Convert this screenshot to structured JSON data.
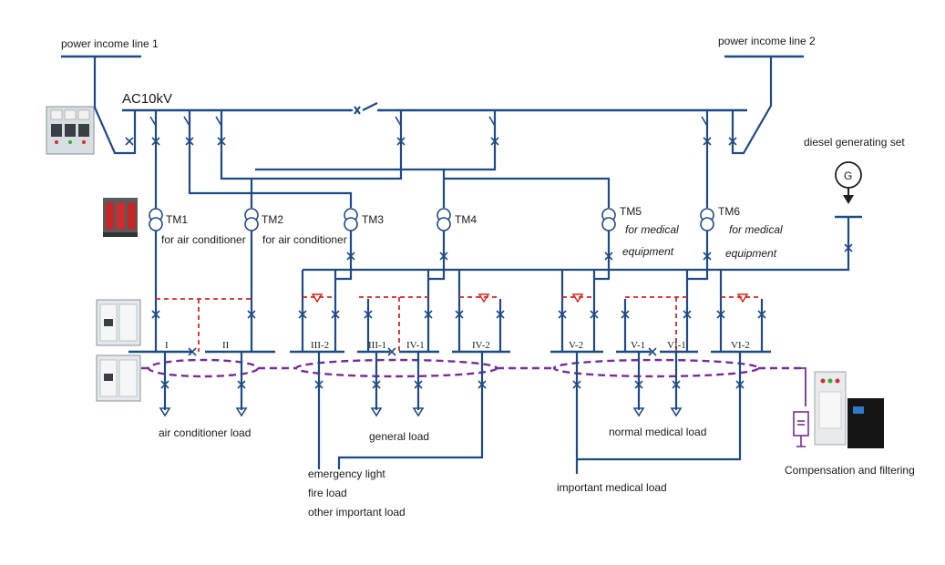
{
  "labels": {
    "income1": "power income line 1",
    "income2": "power income line 2",
    "bus_main": "AC10kV",
    "diesel": "diesel generating set",
    "gen": "G",
    "tm1": "TM1",
    "tm2": "TM2",
    "tm3": "TM3",
    "tm4": "TM4",
    "tm5": "TM5",
    "tm6": "TM6",
    "tm1_use": "for air conditioner",
    "tm2_use": "for air conditioner",
    "tm5_use1": "for medical",
    "tm5_use2": "equipment",
    "tm6_use1": "for medical",
    "tm6_use2": "equipment",
    "bus_I": "I",
    "bus_II": "II",
    "bus_III2": "III-2",
    "bus_III1": "III-1",
    "bus_IV1": "IV-1",
    "bus_IV2": "IV-2",
    "bus_V2": "V-2",
    "bus_V1": "V-1",
    "bus_VI1": "VI-1",
    "bus_VI2": "VI-2",
    "load_ac": "air conditioner load",
    "load_general": "general load",
    "load_normal_med": "normal medical load",
    "load_emerg1": "emergency light",
    "load_emerg2": "fire load",
    "load_emerg3": "other important load",
    "load_important_med": "important medical load",
    "compensation": "Compensation and filtering"
  },
  "colors": {
    "wire": "#1e4a86",
    "tie_dashed": "#e0231e",
    "monitor_loop": "#7a2a9a"
  }
}
